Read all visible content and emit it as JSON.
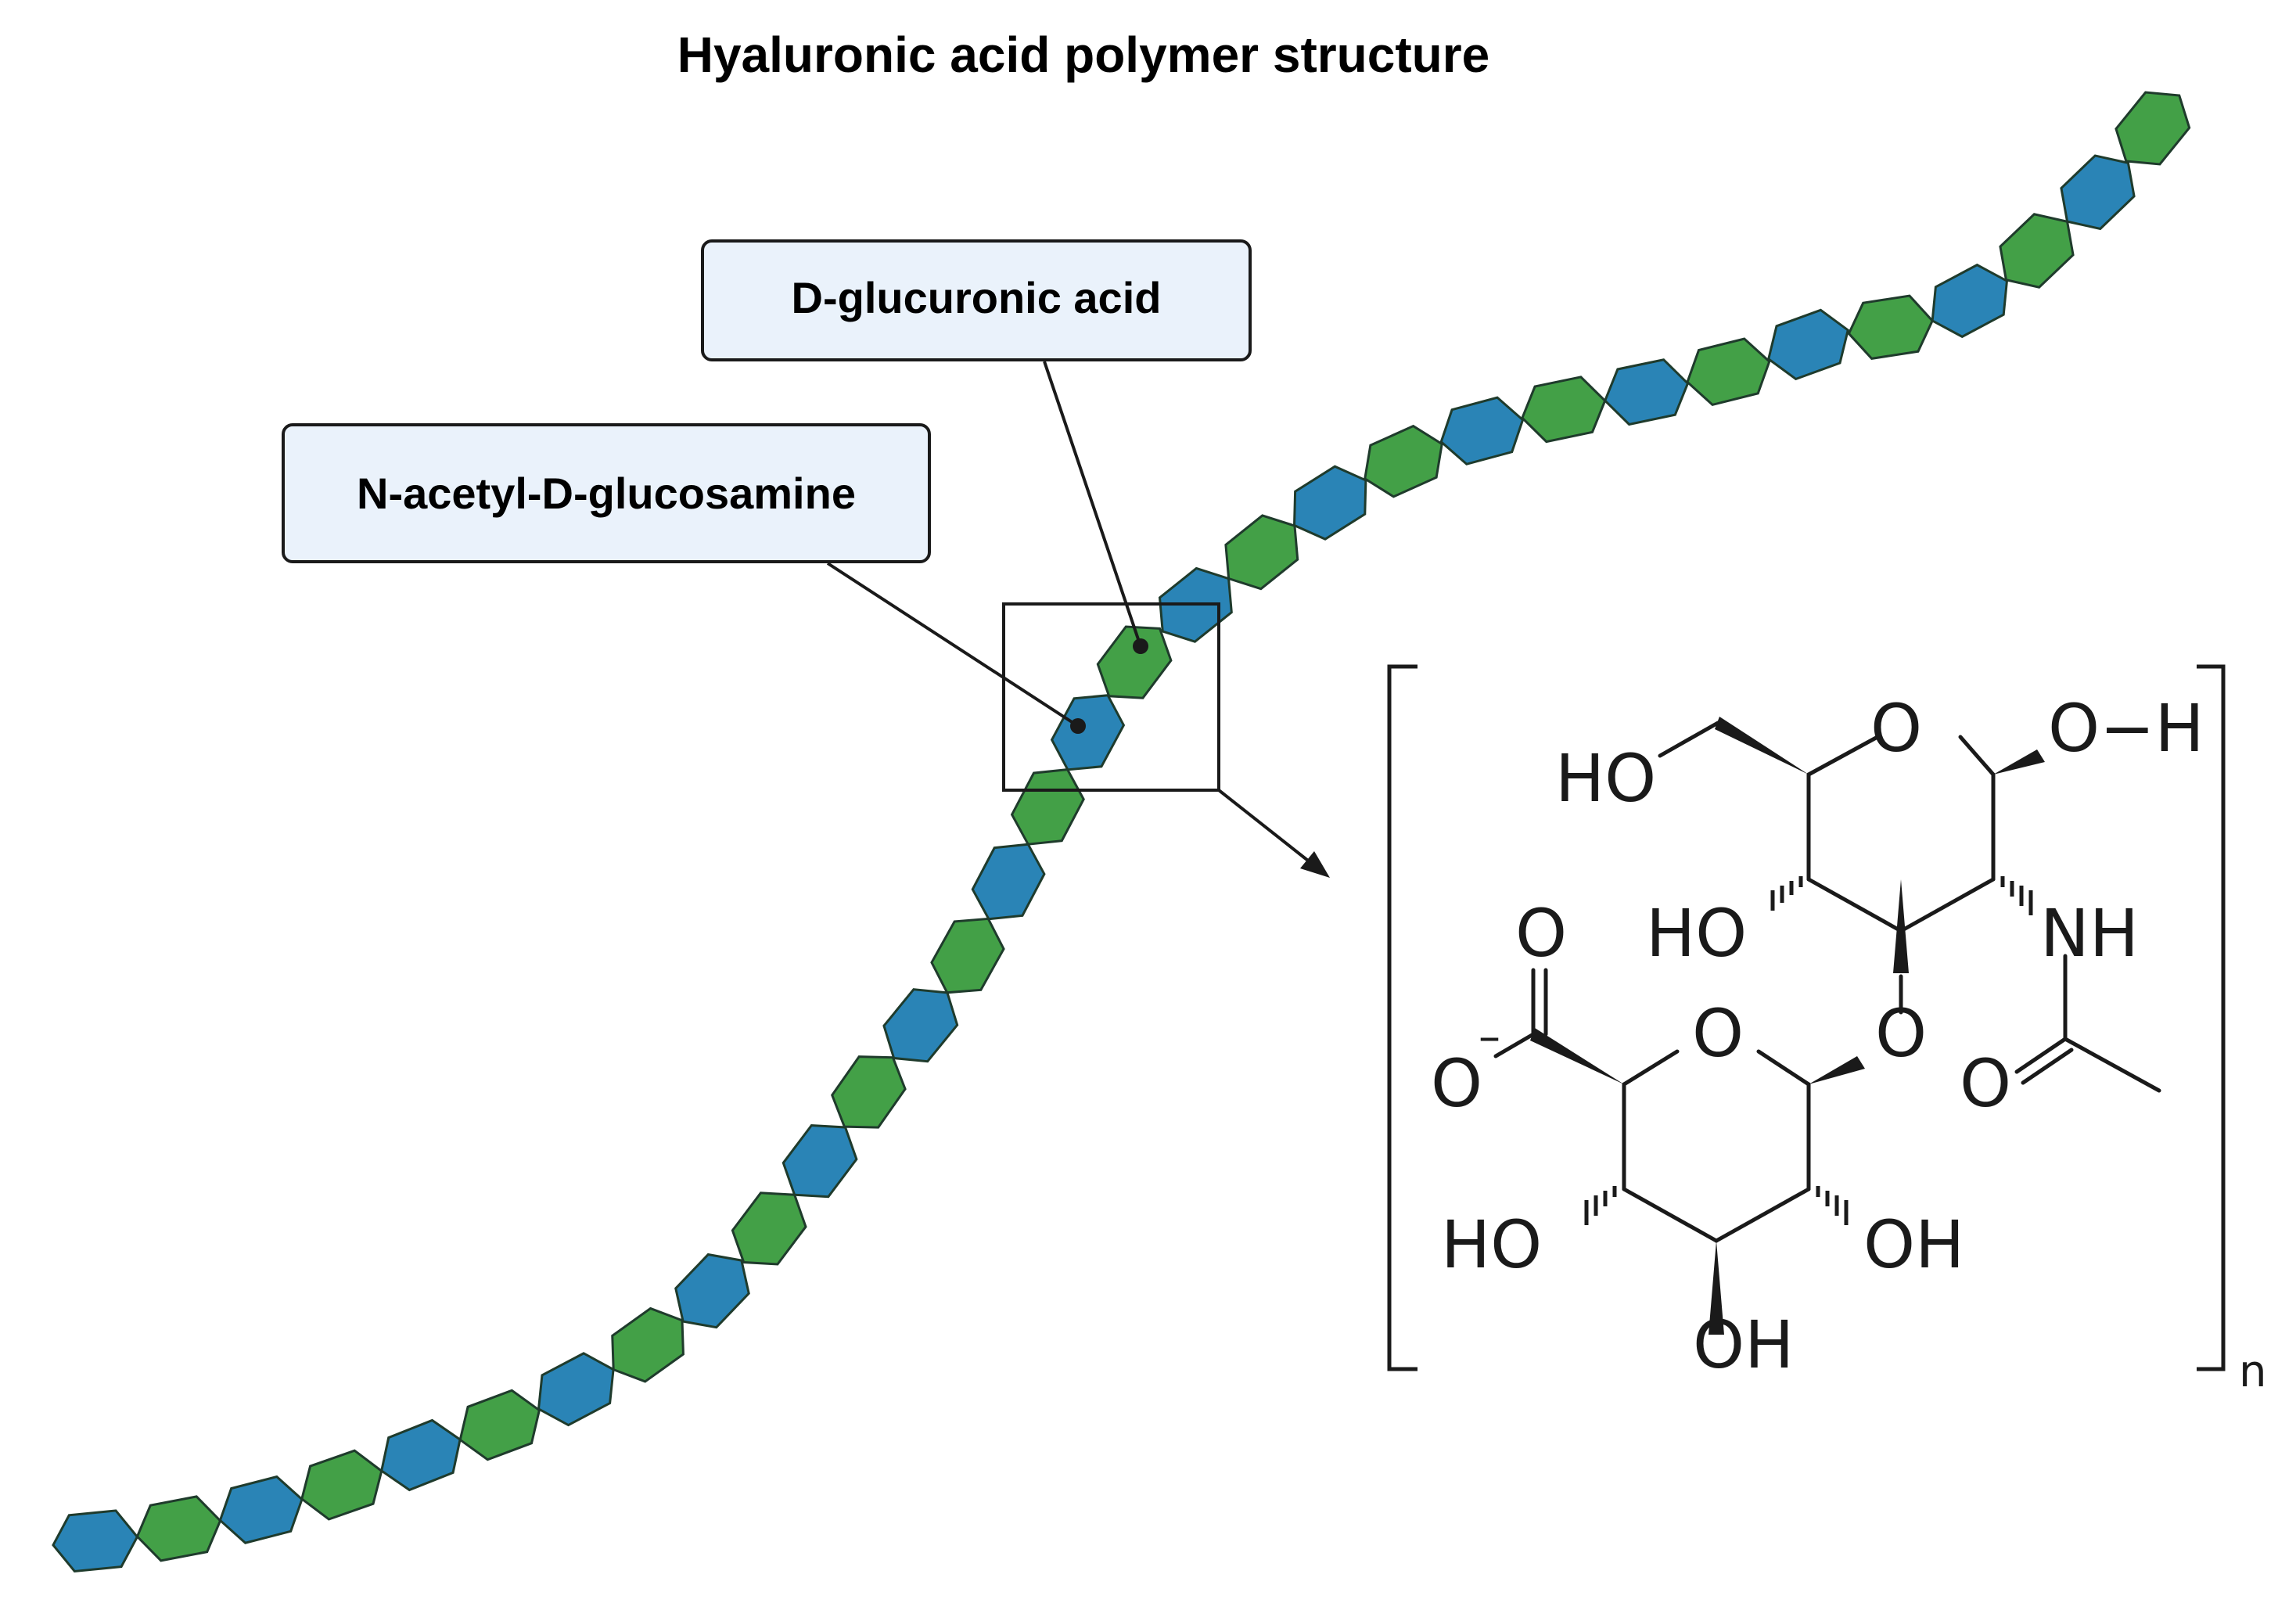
{
  "title": "Hyaluronic acid polymer structure",
  "labels": {
    "glucuronic": "D-glucuronic acid",
    "glucosamine": "N-acetyl-D-glucosamine"
  },
  "colors": {
    "blue_unit": "#2a84b6",
    "green_unit": "#43a047",
    "unit_outline": "#1f3b2c",
    "label_fill": "#eaf2fb"
  },
  "molecule": {
    "atoms": {
      "ho_top": "HO",
      "o_ring_upper": "O",
      "oh_right": "O−H",
      "ho_mid": "HO",
      "nh": "NH",
      "o_glyco": "O",
      "o_carboxyl_top": "O",
      "o_carboxyl_minus": "O",
      "minus": "–",
      "o_ring_lower": "O",
      "o_amide": "O",
      "ho_bottom_left": "HO",
      "oh_bottom_right": "OH",
      "oh_bottom": "OH"
    },
    "repeat_subscript": "n"
  }
}
